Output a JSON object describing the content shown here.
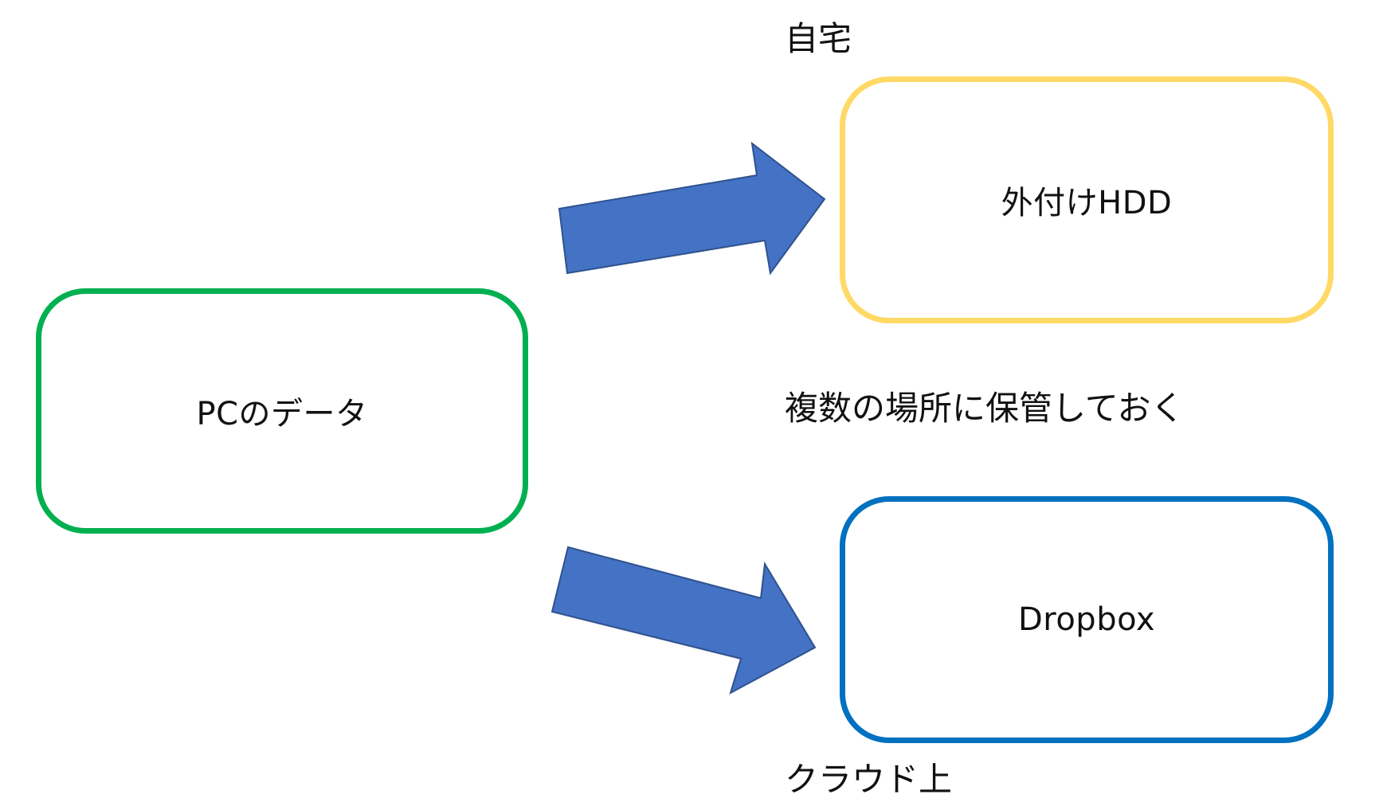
{
  "colors": {
    "source_border": "#00b050",
    "hdd_border": "#ffd966",
    "cloud_border": "#0070c0",
    "arrow_fill": "#4472c4",
    "arrow_stroke": "#2f528f"
  },
  "source": {
    "label": "PCのデータ"
  },
  "hdd": {
    "label": "外付けHDD",
    "location": "自宅"
  },
  "cloud": {
    "label": "Dropbox",
    "location": "クラウド上"
  },
  "caption": "複数の場所に保管しておく"
}
